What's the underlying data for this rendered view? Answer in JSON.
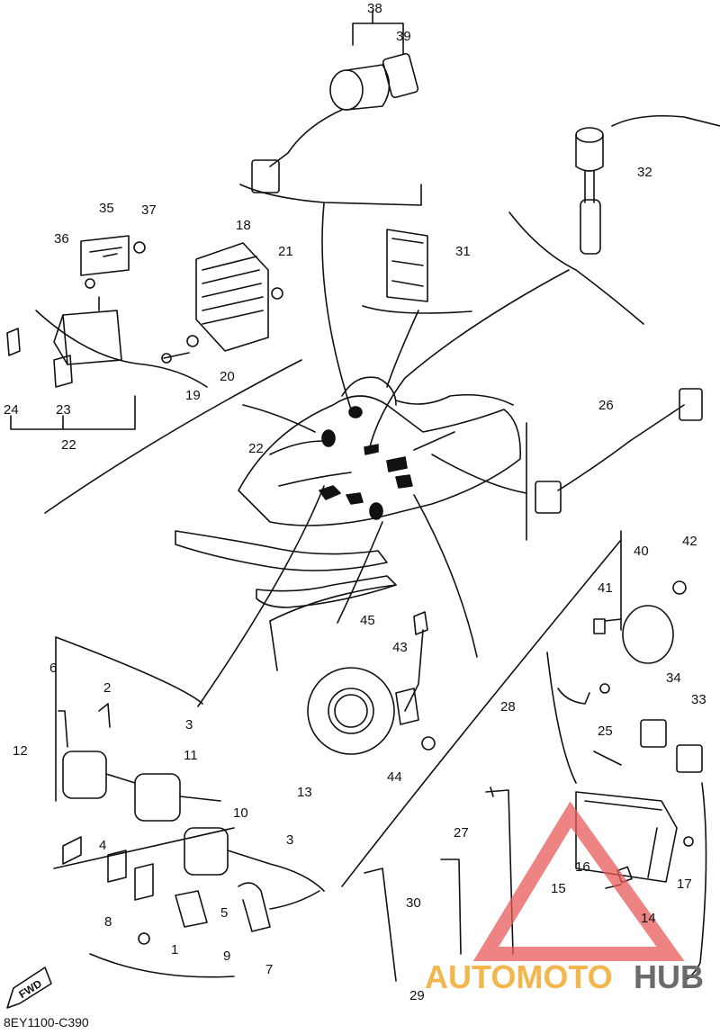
{
  "diagram_code": "8EY1100-C390",
  "fwd_label": "FWD",
  "watermark": {
    "part1": "AUTOMOTO",
    "part2": "HUB",
    "color_main": "#f2b64d",
    "color_dark": "#6b6b6b",
    "triangle_color": "#e85a5a"
  },
  "callouts": {
    "c1": "1",
    "c2": "2",
    "c3a": "3",
    "c3b": "3",
    "c4": "4",
    "c5": "5",
    "c6": "6",
    "c7": "7",
    "c8": "8",
    "c9": "9",
    "c10": "10",
    "c11": "11",
    "c12": "12",
    "c13": "13",
    "c14": "14",
    "c15": "15",
    "c16": "16",
    "c17": "17",
    "c18": "18",
    "c19": "19",
    "c20": "20",
    "c21": "21",
    "c22a": "22",
    "c22b": "22",
    "c23": "23",
    "c24": "24",
    "c25": "25",
    "c26": "26",
    "c27": "27",
    "c28": "28",
    "c29": "29",
    "c30": "30",
    "c31": "31",
    "c32": "32",
    "c33": "33",
    "c34": "34",
    "c35": "35",
    "c36": "36",
    "c37": "37",
    "c38": "38",
    "c39": "39",
    "c40": "40",
    "c41": "41",
    "c42": "42",
    "c43": "43",
    "c44": "44",
    "c45": "45"
  }
}
